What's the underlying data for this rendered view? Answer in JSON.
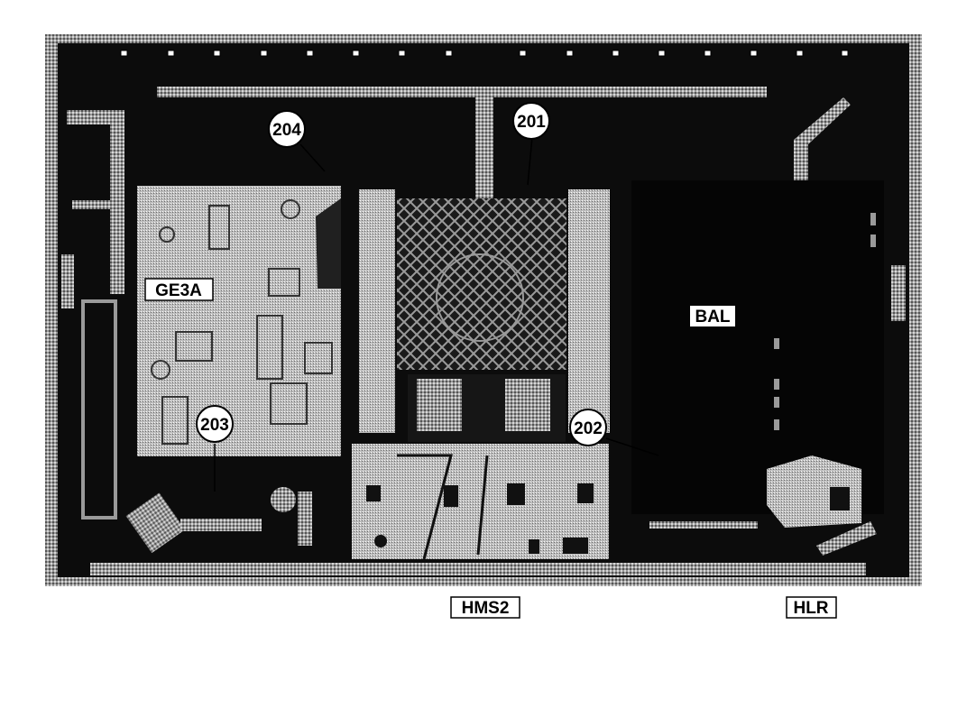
{
  "diagram": {
    "callouts": [
      {
        "id": "c204",
        "text": "204"
      },
      {
        "id": "c201",
        "text": "201"
      },
      {
        "id": "c203",
        "text": "203"
      },
      {
        "id": "c202",
        "text": "202"
      }
    ],
    "board_labels": {
      "ge3a": "GE3A",
      "bal": "BAL",
      "hms2": "HMS2",
      "hlr": "HLR"
    }
  }
}
